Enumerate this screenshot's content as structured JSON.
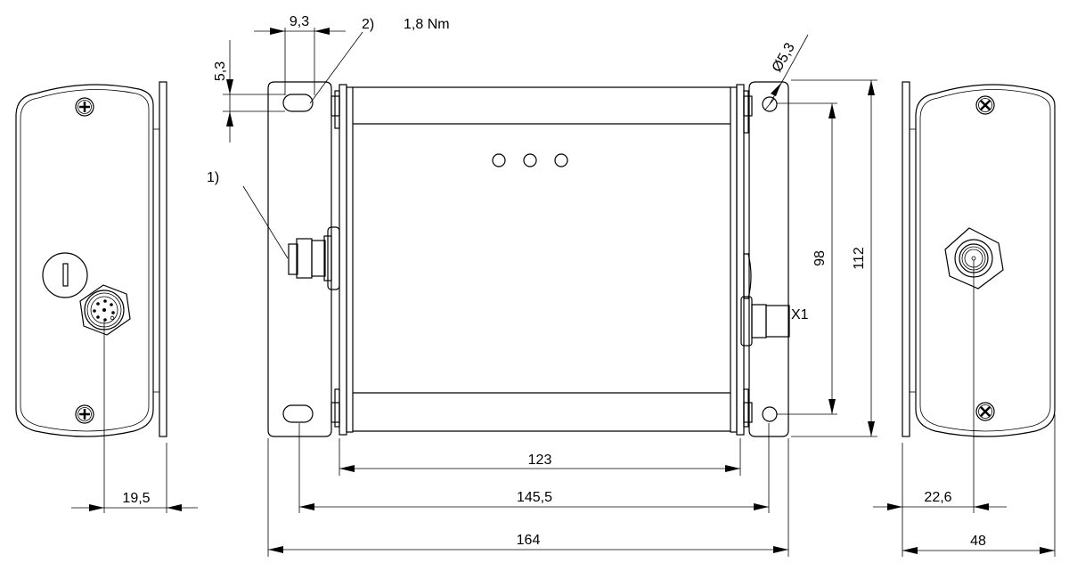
{
  "drawing": {
    "type": "dimensional technical drawing",
    "views": [
      "left side view",
      "front view",
      "right side view"
    ],
    "stroke_color": "#000000",
    "background_color": "#ffffff"
  },
  "annotations": {
    "note_1": "1)",
    "note_2": "2)",
    "torque": "1,8 Nm",
    "connector_label": "X1"
  },
  "dimensions": {
    "slot_width": "9,3",
    "slot_height": "5,3",
    "hole_diameter": "5,3",
    "diameter_symbol": "Ø",
    "hole_spacing_vertical": "98",
    "overall_height": "112",
    "body_length": "123",
    "hole_spacing_horizontal": "145,5",
    "overall_length": "164",
    "left_connector_offset": "19,5",
    "right_connector_offset": "22,6",
    "overall_depth": "48"
  }
}
